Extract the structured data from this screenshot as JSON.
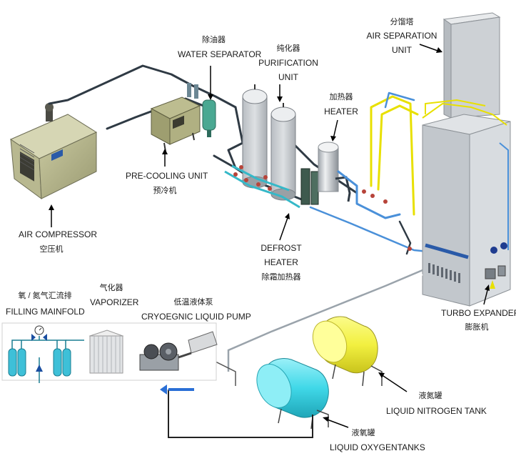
{
  "labels": {
    "water_separator": {
      "zh": "除油器",
      "en": "WATER SEPARATOR"
    },
    "purification": {
      "zh": "纯化器",
      "en1": "PURIFICATION",
      "en2": "UNIT"
    },
    "heater": {
      "zh": "加热器",
      "en": "HEATER"
    },
    "air_separation": {
      "zh": "分馏塔",
      "en1": "AIR SEPARATION",
      "en2": "UNIT"
    },
    "pre_cooling": {
      "en": "PRE-COOLING UNIT",
      "zh": "预冷机"
    },
    "air_compressor": {
      "en": "AIR COMPRESSOR",
      "zh": "空压机"
    },
    "defrost": {
      "en1": "DEFROST",
      "en2": "HEATER",
      "zh": "除霜加热器"
    },
    "turbo_expander": {
      "en": "TURBO EXPANDER",
      "zh": "膨胀机"
    },
    "filling_manifold": {
      "zh": "氧 / 氮气汇流排",
      "en": "FILLING MAINFOLD"
    },
    "vaporizer": {
      "zh": "气化器",
      "en": "VAPORIZER"
    },
    "cryogenic_pump": {
      "zh": "低温液体泵",
      "en": "CRYOEGNIC LIQUID PUMP"
    },
    "liquid_nitrogen": {
      "zh": "液氮罐",
      "en": "LIQUID NITROGEN TANK"
    },
    "liquid_oxygen": {
      "zh": "液氧罐",
      "en": "LIQUID OXYGENTANKS"
    }
  },
  "colors": {
    "pipe_dark": "#2f3a44",
    "pipe_blue": "#4a90d9",
    "pipe_yellow": "#e8e000",
    "pipe_cyan": "#35b8c8",
    "tank_yellow": "#f2f040",
    "tank_cyan": "#40d8e8",
    "flow_arrow": "#2a6fd6",
    "cylinder": "#3ec0d8"
  },
  "icons": [
    "air-compressor-icon",
    "pre-cooler-icon",
    "water-separator-icon",
    "purifier-towers-icon",
    "heater-icon",
    "cold-box-icon",
    "turbo-expander-icon",
    "liquid-nitrogen-tank-icon",
    "liquid-oxygen-tank-icon",
    "vaporizer-icon",
    "cryogenic-pump-icon",
    "gas-cylinders-icon",
    "pressure-gauge-icon",
    "flow-arrow-icon"
  ]
}
